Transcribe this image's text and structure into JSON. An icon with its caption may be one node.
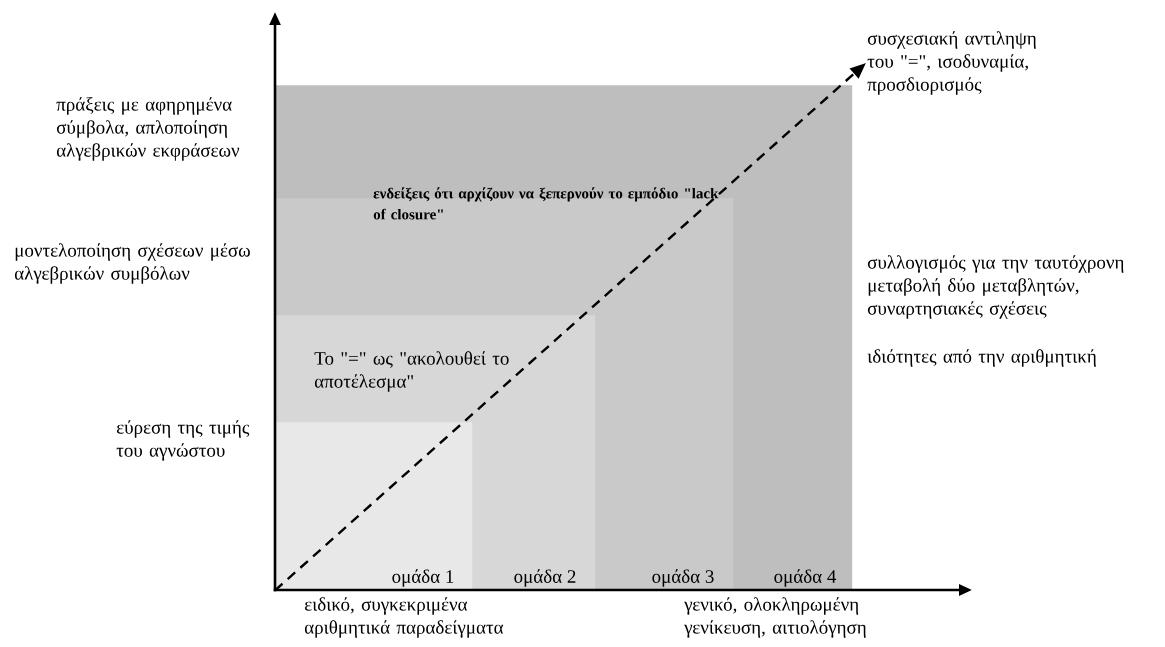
{
  "diagram": {
    "nodes": [
      {
        "text": [
          "ομάδα 4"
        ]
      },
      {
        "text": [
          "ενδείξεις ότι αρχίζουν να ξεπερνούν το εμπόδιο \"lack of closure\"",
          "ομάδα 3"
        ],
        "in": 0
      },
      {
        "text": [
          "Το \"=\" ως \"ακολουθεί το αποτέλεσμα\"",
          "ομάδα 2"
        ],
        "in": 1
      },
      {
        "text": [
          "ομάδα 1"
        ],
        "in": 2
      },
      {
        "text": [
          "συσχεσιακή αντιληψη του \"=\", ισοδυναμία, προσδιορισμός"
        ]
      }
    ],
    "edges": [
      {
        "from": 3,
        "to": 4,
        "arrow": "to",
        "style": "dashed"
      }
    ],
    "labels": [
      "πράξεις με αφηρημένα σύμβολα, απλοποίηση αλγεβρικών εκφράσεων",
      "μοντελοποίηση σχέσεων μέσω αλγεβρικών συμβόλων",
      "συλλογισμός για την ταυτόχρονη μεταβολή δύο μεταβλητών, συναρτησιακές σχέσεις",
      "ιδιότητες από την αριθμητική",
      "εύρεση της τιμής του αγνώστου",
      "ειδικό, συγκεκριμένα αριθμητικά παραδείγματα",
      "γενικό, ολοκληρωμένη γενίκευση, αιτιολόγηση"
    ]
  }
}
